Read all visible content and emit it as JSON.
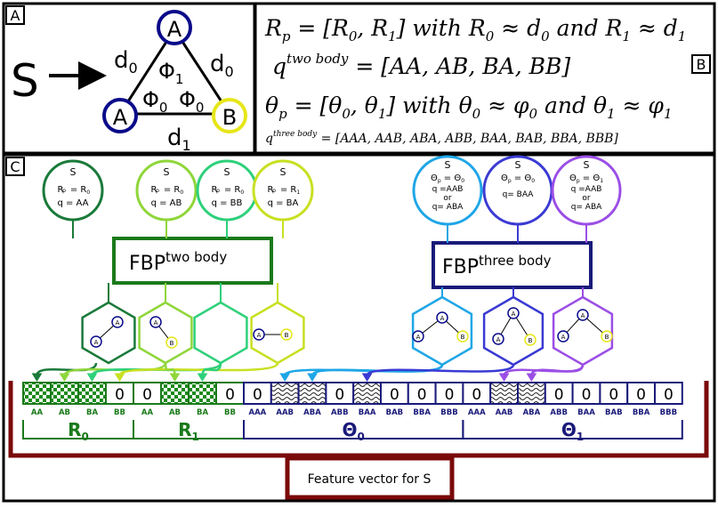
{
  "panel_labels": {
    "a": "A",
    "b": "B",
    "c": "C"
  },
  "panel_a": {
    "s_label": "S",
    "top_node": "A",
    "left_node": "A",
    "right_node": "B",
    "d0_left": "d",
    "d0_left_sub": "0",
    "d0_right": "d",
    "d0_right_sub": "0",
    "d1": "d",
    "d1_sub": "1",
    "phi1": "Φ",
    "phi1_sub": "1",
    "phi0_left": "Φ",
    "phi0_left_sub": "0",
    "phi0_right": "Φ",
    "phi0_right_sub": "0"
  },
  "panel_b": {
    "line1": "R_p = [R_0, R_1] with R_0 ≈ d_0 and R_1 ≈ d_1",
    "line2": "q^{two body} = [AA, AB, BA, BB]",
    "line3": "θ_p = [θ_0, θ_1] with θ_0 ≈ φ_0 and θ_1 ≈ φ_1",
    "line4": "q^{three body} = [AAA, AAB, ABA, ABB, BAA, BAB, BBA, BBB]"
  },
  "two_body_circles": [
    {
      "s": "S",
      "rp": "R",
      "rp_rhs": " = R",
      "rp_rhs_sub": "0",
      "q": "q = AA",
      "color": "#1a7a3a"
    },
    {
      "s": "S",
      "rp": "R",
      "rp_rhs": " = R",
      "rp_rhs_sub": "0",
      "q": "q = AB",
      "color": "#8fd63a"
    },
    {
      "s": "S",
      "rp": "R",
      "rp_rhs": " = R",
      "rp_rhs_sub": "0",
      "q": "q = BB",
      "color": "#2ed07a"
    },
    {
      "s": "S",
      "rp": "R",
      "rp_rhs": " = R",
      "rp_rhs_sub": "1",
      "q": "q = BA",
      "color": "#c8e021"
    }
  ],
  "three_body_circles": [
    {
      "s": "S",
      "lines": [
        "q =AAB",
        "or",
        "q= ABA"
      ],
      "sub": "0",
      "color": "#1ea6e6"
    },
    {
      "s": "S",
      "lines": [
        "q= BAA"
      ],
      "sub": "0",
      "color": "#3a3ad4"
    },
    {
      "s": "S",
      "lines": [
        "q =AAB",
        "or",
        "q= ABA"
      ],
      "sub": "1",
      "color": "#9b4ee6"
    }
  ],
  "fbp_two": {
    "base": "FBP",
    "sup": "two body",
    "color": "#1a7a1a"
  },
  "fbp_three": {
    "base": "FBP",
    "sup": "three body",
    "color": "#1a1a7a"
  },
  "feature_cells": [
    {
      "label": "AA",
      "fill": "check",
      "group": "g"
    },
    {
      "label": "AB",
      "fill": "check",
      "group": "g"
    },
    {
      "label": "BA",
      "fill": "check",
      "group": "g"
    },
    {
      "label": "BB",
      "fill": "0",
      "group": "g"
    },
    {
      "label": "AA",
      "fill": "0",
      "group": "g"
    },
    {
      "label": "AB",
      "fill": "check",
      "group": "g"
    },
    {
      "label": "BA",
      "fill": "check",
      "group": "g"
    },
    {
      "label": "BB",
      "fill": "0",
      "group": "g"
    },
    {
      "label": "AAA",
      "fill": "0",
      "group": "b"
    },
    {
      "label": "AAB",
      "fill": "wave",
      "group": "b"
    },
    {
      "label": "ABA",
      "fill": "wave",
      "group": "b"
    },
    {
      "label": "ABB",
      "fill": "0",
      "group": "b"
    },
    {
      "label": "BAA",
      "fill": "wave",
      "group": "b"
    },
    {
      "label": "BAB",
      "fill": "0",
      "group": "b"
    },
    {
      "label": "BBA",
      "fill": "0",
      "group": "b"
    },
    {
      "label": "BBB",
      "fill": "0",
      "group": "b"
    },
    {
      "label": "AAA",
      "fill": "0",
      "group": "b"
    },
    {
      "label": "AAB",
      "fill": "wave",
      "group": "b"
    },
    {
      "label": "ABA",
      "fill": "wave",
      "group": "b"
    },
    {
      "label": "ABB",
      "fill": "0",
      "group": "b"
    },
    {
      "label": "BAA",
      "fill": "0",
      "group": "b"
    },
    {
      "label": "BAB",
      "fill": "0",
      "group": "b"
    },
    {
      "label": "BBA",
      "fill": "0",
      "group": "b"
    },
    {
      "label": "BBB",
      "fill": "0",
      "group": "b"
    }
  ],
  "zero": "0",
  "section_labels": {
    "r0": "R",
    "r0_sub": "0",
    "r1": "R",
    "r1_sub": "1",
    "t0": "Θ",
    "t0_sub": "0",
    "t1": "Θ",
    "t1_sub": "1"
  },
  "feature_vector_label": "Feature vector for S",
  "colors": {
    "green_dark": "#1a7a1a",
    "navy": "#1a1a7a",
    "maroon": "#7a0a0a",
    "node_a": "#0a0a8a",
    "node_b": "#e6e61a"
  }
}
